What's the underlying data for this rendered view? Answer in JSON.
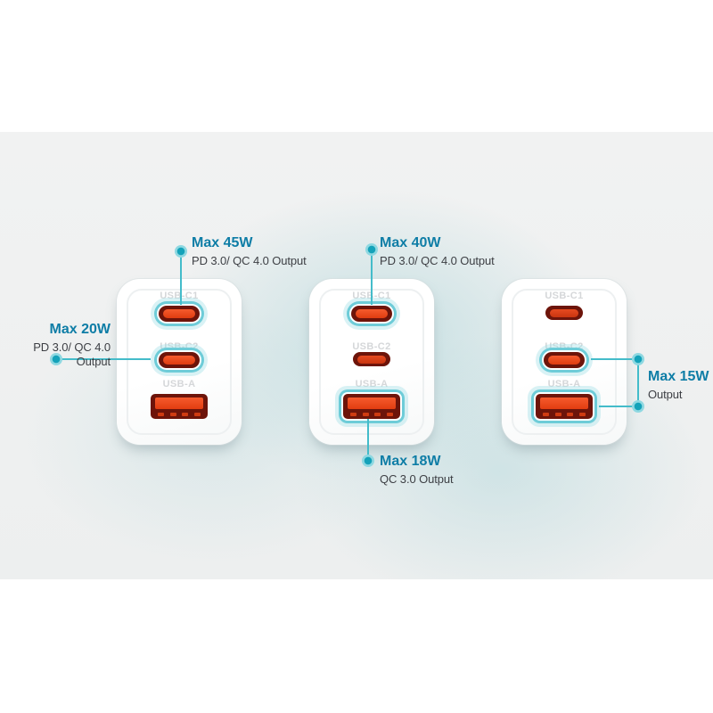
{
  "scene": {
    "description": "Three-port wall charger power-output infographic",
    "band_base_color": "#eef0f0",
    "band_teal_tint": "#a8d4d8",
    "page_background": "#ffffff"
  },
  "colors": {
    "heading_blue": "#0e7da6",
    "subtitle_gray": "#3d3f44",
    "port_label_gray": "#d5d7d9",
    "connector_teal": "#44bcca",
    "dot_core": "#14a2b9",
    "dot_halo": "#8fd8e1",
    "port_orange": "#ea4420",
    "port_maroon": "#6d140a",
    "highlight_ring": "#6eccd8",
    "charger_body": "#ffffff"
  },
  "chargers": [
    {
      "name": "left-charger",
      "ports": [
        {
          "label": "USB-C1",
          "type": "usb-c",
          "highlighted": true
        },
        {
          "label": "USB-C2",
          "type": "usb-c",
          "highlighted": true
        },
        {
          "label": "USB-A",
          "type": "usb-a",
          "highlighted": false
        }
      ]
    },
    {
      "name": "middle-charger",
      "ports": [
        {
          "label": "USB-C1",
          "type": "usb-c",
          "highlighted": true
        },
        {
          "label": "USB-C2",
          "type": "usb-c",
          "highlighted": false
        },
        {
          "label": "USB-A",
          "type": "usb-a",
          "highlighted": true
        }
      ]
    },
    {
      "name": "right-charger",
      "ports": [
        {
          "label": "USB-C1",
          "type": "usb-c",
          "highlighted": false
        },
        {
          "label": "USB-C2",
          "type": "usb-c",
          "highlighted": true
        },
        {
          "label": "USB-A",
          "type": "usb-a",
          "highlighted": true
        }
      ]
    }
  ],
  "annotations": [
    {
      "title": "Max 45W",
      "subtitle": "PD 3.0/ QC 4.0 Output",
      "target": "left-charger USB-C1"
    },
    {
      "title": "Max 20W",
      "subtitle": "PD 3.0/ QC 4.0 Output",
      "target": "left-charger USB-C2"
    },
    {
      "title": "Max 40W",
      "subtitle": "PD 3.0/ QC 4.0 Output",
      "target": "middle-charger USB-C1"
    },
    {
      "title": "Max 18W",
      "subtitle": "QC 3.0 Output",
      "target": "middle-charger USB-A"
    },
    {
      "title": "Max 15W",
      "subtitle": "Output",
      "target": "right-charger USB-C2 and USB-A"
    }
  ]
}
